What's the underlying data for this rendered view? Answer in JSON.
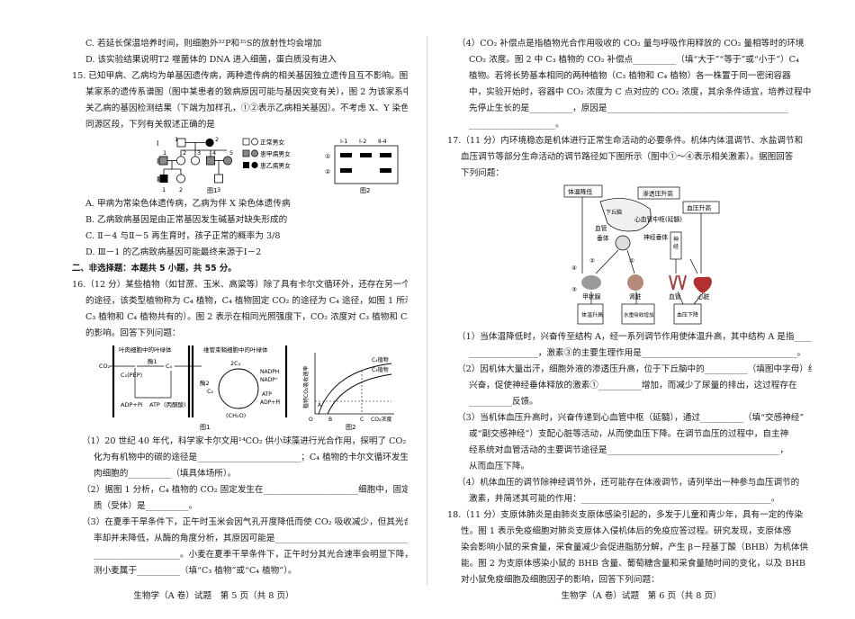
{
  "left_page": {
    "q14_opts": {
      "c": "C. 若延长保温培养时间，则细胞外³²P和³⁵S的放射性均会增加",
      "d": "D. 该实验结果说明T2 噬菌体的 DNA 进入细菌，蛋白质没有进入"
    },
    "q15": {
      "lines": [
        "15. 已知甲病、乙病均为单基因遗传病，两种遗传病的相关基因独立遗传且互不影响。图 1 为",
        "某家系的遗传系谱图（图中某患者的致病原因可能与基因突变有关），图 2 为该家系中有",
        "关乙病的基因检测结果（下端为加样孔，①②表示乙病相关基因）。不考虑 X、Y 染色体的",
        "同源区段，下列有关叙述正确的是"
      ],
      "fig1": {
        "gen": [
          "Ⅰ",
          "Ⅱ",
          "Ⅲ"
        ],
        "nums_g1": [
          "1",
          "2"
        ],
        "nums_g2": [
          "1",
          "2",
          "3",
          "4",
          "5"
        ],
        "nums_g3": [
          "1",
          "2",
          "3"
        ],
        "legend": [
          "正常男女",
          "患甲病男女",
          "患乙病男女"
        ],
        "caption": "图1"
      },
      "fig2": {
        "cols": [
          "Ⅰ-1",
          "Ⅰ-2",
          "Ⅱ-4"
        ],
        "rows": [
          "①",
          "②"
        ],
        "caption": "图2"
      },
      "opts": [
        "A. 甲病为常染色体遗传病，乙病为伴 X 染色体遗传病",
        "B. 乙病致病基因是由正常基因发生碱基对缺失形成的",
        "C. Ⅱ－4 与Ⅱ－5 再生育时，孩子正常的概率为 3/8",
        "D. Ⅲ－1 的乙病致病基因可能最终来源于Ⅰ－2"
      ]
    },
    "section2": "二、非选择题：本题共 5 小题，共 55 分。",
    "q16": {
      "lines": [
        "16.（12 分）某些植物（如甘蔗、玉米、高粱等）除了具有卡尔文循环外，还存在另一个固定 CO₂",
        "的途径，该类型植物称为 C₄ 植物，C₄ 植物固定 CO₂ 的途径为 C₄ 途径，如图 1 所示（酶 2 是",
        "C₃ 植物和 C₄ 植物共有的）。图 2 表示在相同光照强度下，CO₂ 浓度对 C₃ 植物和 C₄ 植物",
        "的影响。回答下列问题："
      ],
      "fig1": {
        "meso": "叶肉细胞中的叶绿体",
        "bundle": "维管束鞘细胞中的叶绿体",
        "co2": "CO₂",
        "pep": "C₃(PEP)",
        "c4": "C₄",
        "enzyme1": "酶1",
        "enzyme2": "酶2",
        "adp": "ADP+Pi",
        "atp": "ATP",
        "pyruvate": "(丙酮酸)",
        "c5": "C₅",
        "c3": "2C₃",
        "nadph": "NADPH",
        "nadp": "NADP⁺",
        "atp2": "ATP",
        "adp2": "ADP+Pi",
        "ch2o": "(CH₂O)",
        "caption": "图1"
      },
      "fig2": {
        "ylabel": "植物CO₂吸收速率",
        "xlabel": "CO₂浓度",
        "c4label": "C₄植物",
        "c3label": "C₃植物",
        "ticks": [
          "A",
          "B",
          "C"
        ],
        "origin": "O",
        "caption": "图2"
      },
      "subs": [
        "（1）20 世纪 40 年代，科学家卡尔文用¹⁴CO₂ 供小球藻进行光合作用，探明了 CO₂ 中的碳转",
        "化为有机物中的碳的途径是________________________；C₄ 植物的卡尔文循环发生在叶",
        "肉细胞的__________（填具体场所）。",
        "（2）据图 1 分析，C₄ 植物的 CO₂ 固定发生在______________________细胞中，固定 CO₂ 的物",
        "质（受体）是__________。",
        "（3）在夏季干旱条件下，正午时玉米会因气孔开度降低而使 CO₂ 吸收减少，但其光合速",
        "率却并未降低，从酶的角度分析，其原因可能是____________________________________",
        "____________________。小麦在夏季干旱条件下，正午时分其光合速率会明显下降，推",
        "测小麦属于__________（填“C₃ 植物”或“C₄ 植物”）。"
      ]
    },
    "footer": "生物学（A 卷）试题　第 5 页（共 8 页）"
  },
  "right_page": {
    "q16_4": [
      "（4）CO₂ 补偿点是指植物光合作用吸收的 CO₂ 量与呼吸作用释放的 CO₂ 量相等时的环境",
      "CO₂ 浓度。图 2 中 C₃ 植物的 CO₂ 补偿点__________（填“大于”“等于”或“小于”）C₄",
      "植物。若将长势基本相同的两种植物（C₃ 植物和 C₄ 植物）各一株置于同一密闭容器",
      "中，实验开始时，容器中 CO₂ 浓度为 C 点对应的 CO₂ 浓度，其余条件适宜，培养过程中",
      "先停止生长的是__________，原因是__________________________________________",
      "____________________。"
    ],
    "q17": {
      "lines": [
        "17.（11 分）内环境稳态是机体进行正常生命活动的必要条件。机体内体温调节、水盐调节和",
        "血压调节等部分生命活动的调节路径如下图所示（图中①～④表示相关激素）。据图回答",
        "下列问题："
      ],
      "fig": {
        "temp_drop": "体温降低",
        "osmo_up": "渗透压升高",
        "bp_up": "血压升高",
        "center": "心血管中枢(延髓)",
        "vessel": "血管",
        "hypothalamus": "下丘脑",
        "pituitary": "垂体",
        "neuro_pit": "神经垂体",
        "thyroid": "甲状腺",
        "kidney": "肾脏",
        "vessel2": "血管",
        "heart": "心脏",
        "out_temp": "体温升高",
        "out_water": "水重吸收增加",
        "out_bp": "血压下降",
        "nums": [
          "①",
          "②",
          "③",
          "④"
        ]
      },
      "subs": [
        "（1）当体温降低时，兴奋传至结构 A，经一系列调节作用使体温升高，其中结构 A 是指____",
        "________________，激素③的主要生理作用是____________________________________。",
        "（2）因机体大量出汗，细胞外液的渗透压升高，位于下丘脑中的__________（填图中字母）细胞",
        "兴奋，促使神经垂体释放的激素①__________增加，而减少了尿量的排出，这过程存在",
        "__________反馈。",
        "（3）当机体血压升高时，兴奋传递到心血管中枢（延髓），通过__________（填“交感神经”",
        "或“副交感神经”）支配心脏等活动，从而使血压下降。在调节血压的过程中，自主神",
        "经系统对血管活动的主要调节途径是________________________________________，",
        "从而血压下降。",
        "（4）机体血压的调节除神经调节外，还可能存在体液调节，请列举出一种参与血压调节的",
        "激素，并简述其可能的作用：____________________________________________。"
      ]
    },
    "q18": {
      "lines": [
        "18.（11 分）支原体肺炎是由肺炎支原体感染引起的，多发于儿童和青少年，具有一定的传染",
        "性。图 1 表示免疫细胞对肺炎支原体入侵机体后的免疫应答过程。研究发现，支原体感",
        "染会影响小鼠的采食量，采食量减少会促进脂肪分解，产生 β－羟基丁酸（BHB）为机体供",
        "能。图 2 为支原体感染小鼠的 BHB 含量、葡萄糖含量和采食量随时间的变化，以及 BHB",
        "对小鼠免疫细胞及细胞因子的影响，回答下列问题："
      ]
    },
    "footer": "生物学（A 卷）试题　第 6 页（共 8 页）"
  }
}
